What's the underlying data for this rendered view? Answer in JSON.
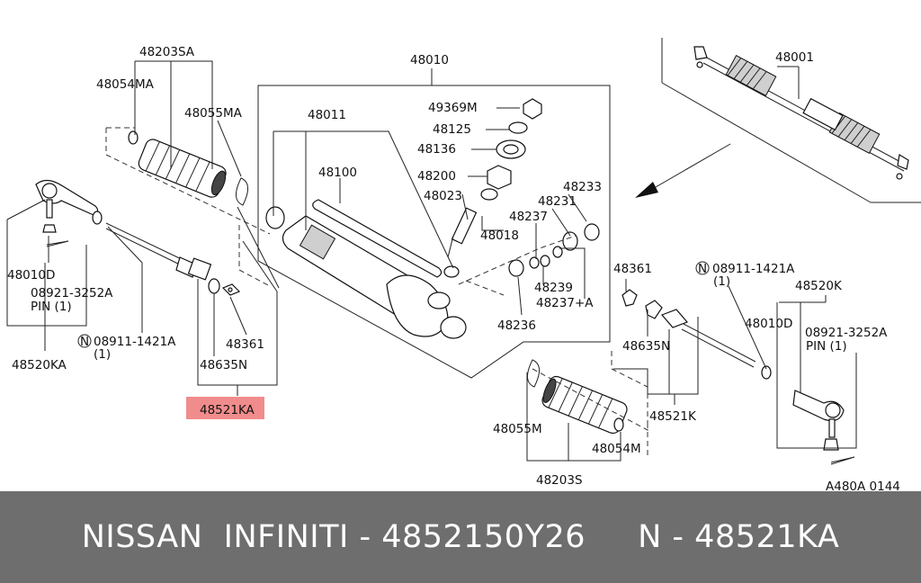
{
  "labels": {
    "p48203SA": "48203SA",
    "p48054MA": "48054MA",
    "p48055MA": "48055MA",
    "p48010D_left": "48010D",
    "p08921_left": "08921-3252A",
    "pin_left": "PIN (1)",
    "p48520KA": "48520KA",
    "n08911_left": "08911-1421A",
    "qty_left": "(1)",
    "p48635N_left": "48635N",
    "p48361_left": "48361",
    "p48521KA": "48521KA",
    "p48010": "48010",
    "p48011": "48011",
    "p48100": "48100",
    "p49369M": "49369M",
    "p48125": "48125",
    "p48136": "48136",
    "p48200": "48200",
    "p48023": "48023",
    "p48018": "48018",
    "p48233": "48233",
    "p48231": "48231",
    "p48237": "48237",
    "p48239": "48239",
    "p48237A": "48237+A",
    "p48236": "48236",
    "p48001": "48001",
    "p48361_right": "48361",
    "n08911_right": "08911-1421A",
    "qty_right": "(1)",
    "p48520K": "48520K",
    "p48010D_right": "48010D",
    "p08921_right": "08921-3252A",
    "pin_right": "PIN (1)",
    "p48635N_right": "48635N",
    "p48521K": "48521K",
    "p48055M": "48055M",
    "p48054M": "48054M",
    "p48203S": "48203S",
    "diagram_code": "A480A 0144",
    "n_symbol": "N"
  },
  "highlight_color": "#f08080",
  "footer": {
    "text": "NISSAN  INFINITI - 4852150Y26     N - 48521KA",
    "bg_color": "#6e6e6e",
    "text_color": "#ffffff"
  }
}
